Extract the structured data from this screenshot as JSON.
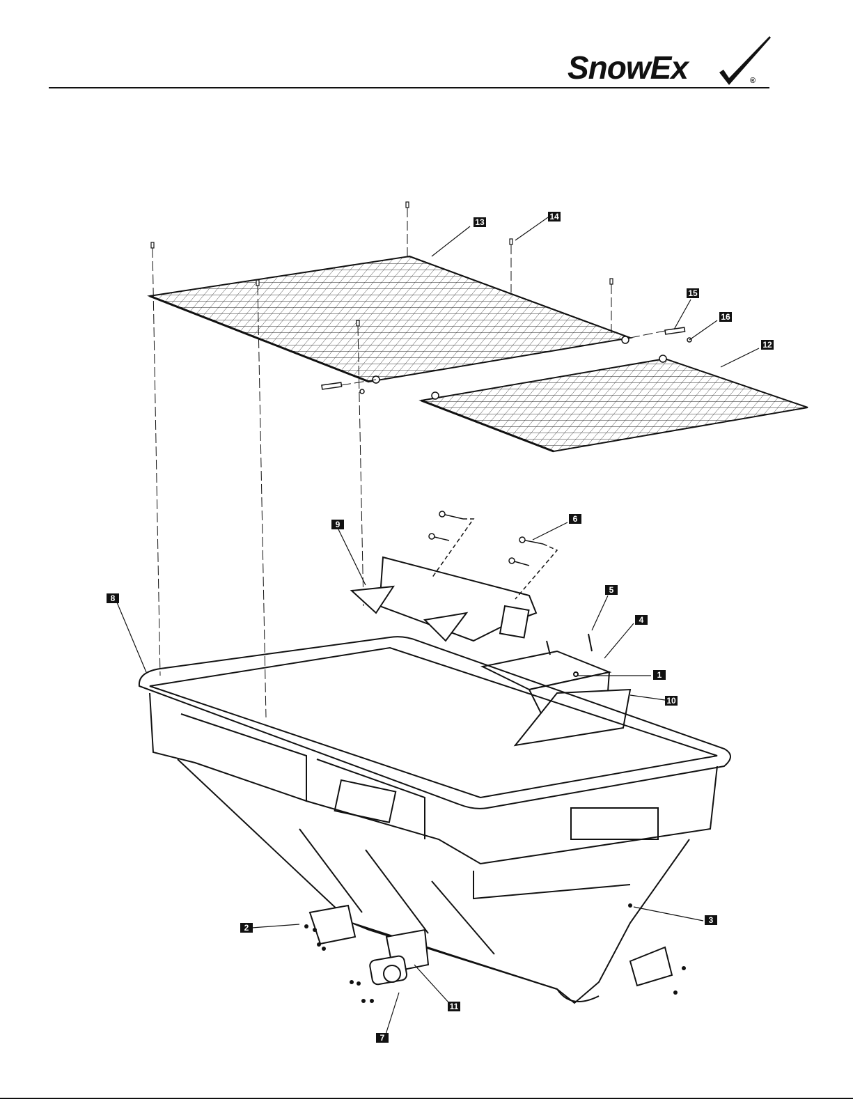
{
  "brand": {
    "name_first": "Snow",
    "name_second": "Ex",
    "registered": "®"
  },
  "callouts": {
    "c1": "1",
    "c2": "2",
    "c3": "3",
    "c4": "4",
    "c5": "5",
    "c6": "6",
    "c7": "7",
    "c8": "8",
    "c9": "9",
    "c10": "10",
    "c11": "11",
    "c12": "12",
    "c13": "13",
    "c14": "14",
    "c15": "15",
    "c16": "16"
  }
}
